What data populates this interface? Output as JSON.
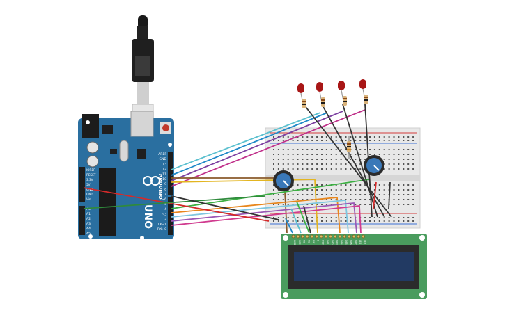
{
  "arduino": {
    "brand": "UNO",
    "logo_text": "ARDUINO",
    "digital_labels": [
      "AREF",
      "GND",
      "13",
      "12",
      "~11",
      "~10",
      "~9",
      "8",
      "7",
      "~6",
      "~5",
      "4",
      "~3",
      "2",
      "TX→1",
      "RX←0"
    ],
    "power_labels": [
      "IOREF",
      "RESET",
      "3.3V",
      "5V",
      "GND",
      "GND",
      "Vin"
    ],
    "analog_labels": [
      "A0",
      "A1",
      "A2",
      "A3",
      "A4",
      "A5"
    ]
  },
  "lcd": {
    "pin_labels": [
      "GND",
      "VCC",
      "V0",
      "RS",
      "RW",
      "E",
      "DB0",
      "DB1",
      "DB2",
      "DB3",
      "DB4",
      "DB5",
      "DB6",
      "DB7",
      "LED",
      "LED"
    ]
  },
  "colors": {
    "board": "#2a6fa0",
    "breadboard": "#e8e8e8",
    "lcd_pcb": "#4a9c5e",
    "lcd_screen": "#223a63",
    "led": "#a81616",
    "pot": "#3a78b8"
  },
  "icons": {
    "usb": "usb-cable-icon",
    "potentiometer": "potentiometer-icon",
    "led": "led-icon",
    "resistor": "resistor-icon"
  }
}
